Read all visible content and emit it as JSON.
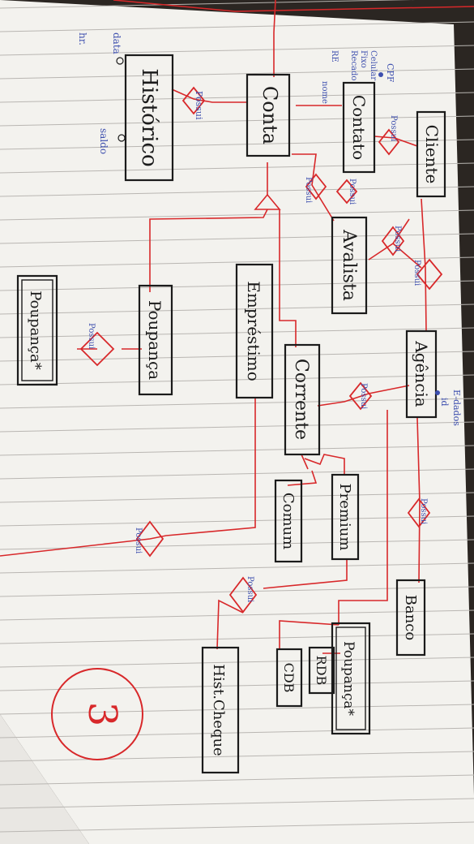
{
  "colors": {
    "paper": "#f3f2ee",
    "rule_line": "#b9b6b2",
    "ink_black": "#1b1b1b",
    "ink_red": "#d8282a",
    "ink_blue": "#3d4fae",
    "background": "#2b2622"
  },
  "entities": {
    "cliente": "Cliente",
    "contato": "Contato",
    "conta": "Conta",
    "historico": "Histórico",
    "avalista": "Avalista",
    "agencia": "Agência",
    "emprestimo": "Empréstimo",
    "corrente": "Corrente",
    "poupanca": "Poupança",
    "poupanca_star": "Poupança*",
    "premium": "Premium",
    "comum": "Comum",
    "banco": "Banco",
    "poupanca_star_right": "Poupança*",
    "rdb": "RDB",
    "cdb": "CDB",
    "hist_cheque": "Hist.Cheque"
  },
  "relationships": {
    "possui_conta": "Possui",
    "possui_contato": "Possui",
    "possui_cliente": "Possui",
    "possui_avalista": "Possui",
    "possui_cliente_agencia": "Possui",
    "possui_agencia_banco": "Possui",
    "possui_corrente": "Possui",
    "possui_poupanca": "Possui",
    "possui_histcheque": "Possui",
    "possui_emprestimo": "Possui"
  },
  "attributes": {
    "cpf": "CPF",
    "contato_attrs": [
      "Celular",
      "Fixo",
      "Recado"
    ],
    "re_nome": "RE",
    "nome": "nome",
    "data": "data",
    "hr": "hr.",
    "saldo": "saldo",
    "e_dados": "E-dados",
    "id": "id"
  },
  "annotation": {
    "circle_number": "3"
  }
}
